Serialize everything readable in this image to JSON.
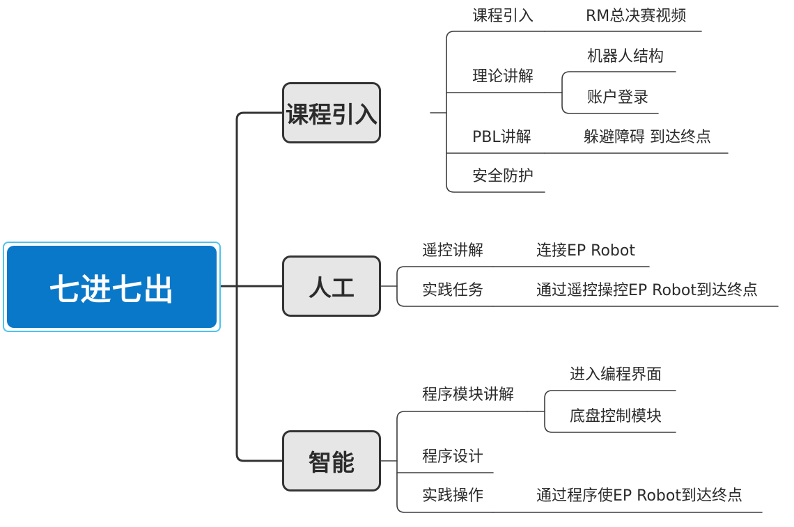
{
  "root": {
    "label": "七进七出"
  },
  "branches": [
    {
      "label": "课程引入",
      "children": [
        {
          "label": "课程引入",
          "detail": [
            "RM总决赛视频"
          ]
        },
        {
          "label": "理论讲解",
          "detail": [
            "机器人结构",
            "账户登录"
          ]
        },
        {
          "label": "PBL讲解",
          "detail": [
            "躲避障碍 到达终点"
          ]
        },
        {
          "label": "安全防护",
          "detail": []
        }
      ]
    },
    {
      "label": "人工",
      "children": [
        {
          "label": "遥控讲解",
          "detail": [
            "连接EP Robot"
          ]
        },
        {
          "label": "实践任务",
          "detail": [
            "通过遥控操控EP Robot到达终点"
          ]
        }
      ]
    },
    {
      "label": "智能",
      "children": [
        {
          "label": "程序模块讲解",
          "detail": [
            "进入编程界面",
            "底盘控制模块"
          ]
        },
        {
          "label": "程序设计",
          "detail": []
        },
        {
          "label": "实践操作",
          "detail": [
            "通过程序使EP Robot到达终点"
          ]
        }
      ]
    }
  ]
}
